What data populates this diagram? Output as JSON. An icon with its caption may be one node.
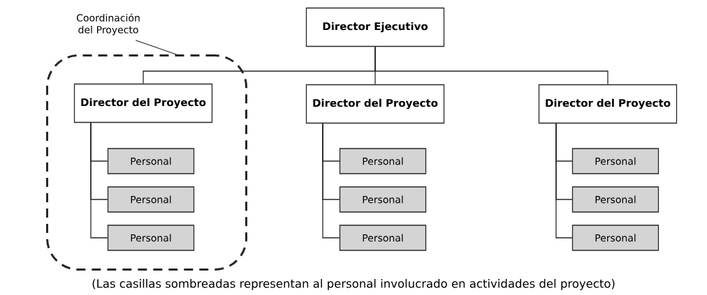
{
  "diagram": {
    "caption": "(Las casillas sombreadas representan al personal involucrado en actividades del proyecto)",
    "nodes": [
      {
        "text": [
          "Director Ejecutivo"
        ]
      },
      {
        "text": [
          "Coordinación del Proyecto"
        ]
      },
      {
        "text": [],
        "shape": "box"
      },
      {
        "text": [
          "Director del Proyecto"
        ],
        "in": 2
      },
      {
        "text": [
          "Personal"
        ],
        "in": 2
      },
      {
        "text": [
          "Personal"
        ],
        "in": 2
      },
      {
        "text": [
          "Personal"
        ],
        "in": 2
      },
      {
        "text": [
          "Director del Proyecto"
        ]
      },
      {
        "text": [
          "Personal"
        ]
      },
      {
        "text": [
          "Personal"
        ]
      },
      {
        "text": [
          "Personal"
        ]
      },
      {
        "text": [
          "Director del Proyecto"
        ]
      },
      {
        "text": [
          "Personal"
        ]
      },
      {
        "text": [
          "Personal"
        ]
      },
      {
        "text": [
          "Personal"
        ]
      }
    ],
    "edges": [
      {
        "from": 0,
        "to": 3,
        "arrow": "none"
      },
      {
        "from": 0,
        "to": 7,
        "arrow": "none"
      },
      {
        "from": 0,
        "to": 11,
        "arrow": "none"
      },
      {
        "from": 3,
        "to": 4,
        "arrow": "none"
      },
      {
        "from": 3,
        "to": 5,
        "arrow": "none"
      },
      {
        "from": 3,
        "to": 6,
        "arrow": "none"
      },
      {
        "from": 7,
        "to": 8,
        "arrow": "none"
      },
      {
        "from": 7,
        "to": 9,
        "arrow": "none"
      },
      {
        "from": 7,
        "to": 10,
        "arrow": "none"
      },
      {
        "from": 11,
        "to": 12,
        "arrow": "none"
      },
      {
        "from": 11,
        "to": 13,
        "arrow": "none"
      },
      {
        "from": 11,
        "to": 14,
        "arrow": "none"
      },
      {
        "from": 1,
        "to": 2,
        "arrow": "none"
      }
    ]
  }
}
